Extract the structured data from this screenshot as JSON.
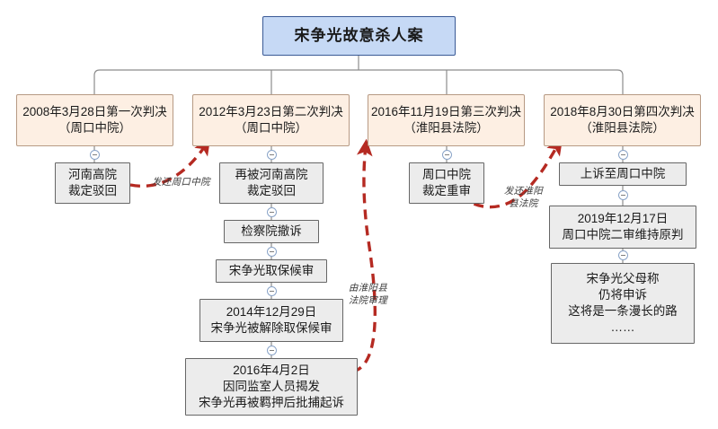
{
  "diagram": {
    "title_node": {
      "label": "宋争光故意杀人案"
    },
    "judgments": [
      {
        "line1": "2008年3月28日第一次判决",
        "line2": "（周口中院）"
      },
      {
        "line1": "2012年3月23日第二次判决",
        "line2": "（周口中院）"
      },
      {
        "line1": "2016年11月19日第三次判决",
        "line2": "（淮阳县法院）"
      },
      {
        "line1": "2018年8月30日第四次判决",
        "line2": "（淮阳县法院）"
      }
    ],
    "branch1": [
      {
        "line1": "河南高院",
        "line2": "裁定驳回"
      }
    ],
    "branch2": [
      {
        "line1": "再被河南高院",
        "line2": "裁定驳回"
      },
      {
        "line1": "检察院撤诉"
      },
      {
        "line1": "宋争光取保候审"
      },
      {
        "line1": "2014年12月29日",
        "line2": "宋争光被解除取保候审"
      },
      {
        "line1": "2016年4月2日",
        "line2": "因同监室人员揭发",
        "line3": "宋争光再被羁押后批捕起诉"
      }
    ],
    "branch3": [
      {
        "line1": "周口中院",
        "line2": "裁定重审"
      }
    ],
    "branch4": [
      {
        "line1": "上诉至周口中院"
      },
      {
        "line1": "2019年12月17日",
        "line2": "周口中院二审维持原判"
      },
      {
        "line1": "宋争光父母称",
        "line2": "仍将申诉",
        "line3": "这将是一条漫长的路",
        "line4": "……"
      }
    ],
    "edge_labels": [
      {
        "line1": "发还周口中院"
      },
      {
        "line1": "由淮阳县",
        "line2": "法院审理"
      },
      {
        "line1": "发还淮阳",
        "line2": "县法院"
      }
    ],
    "colors": {
      "title_fill": "#c6d9f5",
      "title_stroke": "#3a5a96",
      "judgment_fill": "#fdefe3",
      "judgment_stroke": "#b79a84",
      "step_fill": "#ececec",
      "step_stroke": "#666666",
      "tree_line": "#8c8c8c",
      "red_arrow": "#b52a22"
    }
  }
}
